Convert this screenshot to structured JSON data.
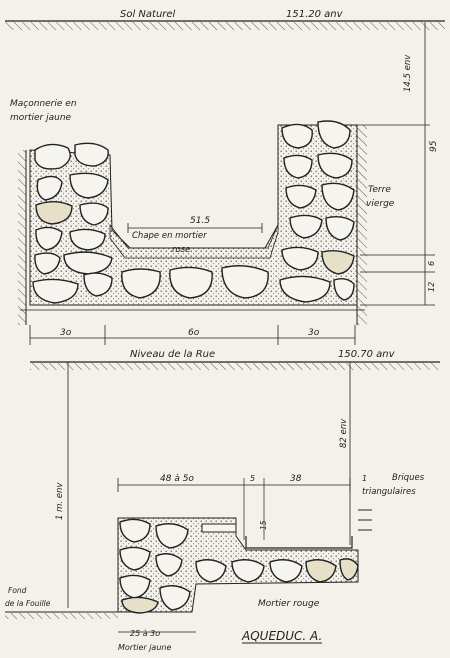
{
  "colors": {
    "ink": "#222222",
    "paper": "#f3f1ea",
    "stone_fill": "#f6f4ee",
    "yellow_stone": "#e6e0c8",
    "mortar_dots": "#555555"
  },
  "upper": {
    "ground_label": "Sol Naturel",
    "ground_elevation": "151.20 anv",
    "label_masonry_line1": "Maçonnerie en",
    "label_masonry_line2": "mortier jaune",
    "label_earth_line1": "Terre",
    "label_earth_line2": "vierge",
    "label_lining_line1": "Chape en mortier",
    "label_lining_line2": "rose",
    "dim_inner_width": "51.5",
    "dim_depth_top": "14.5 env",
    "dim_depth_total": "95",
    "dim_lining": "6",
    "dim_base": "12",
    "dim_left_wall": "3o",
    "dim_channel": "6o",
    "dim_right_wall": "3o"
  },
  "lower": {
    "street_label": "Niveau de la Rue",
    "street_elevation": "150.70 anv",
    "dim_height": "82 env",
    "dim_left_height": "1 m. env",
    "dim_width": "48 à 5o",
    "dim_small1": "5",
    "dim_channel": "38",
    "dim_small2": "1",
    "dim_step": "15",
    "label_bricks_line1": "Briques",
    "label_bricks_line2": "triangulaires",
    "label_pit_line1": "Fond",
    "label_pit_line2": "de la Fouille",
    "label_red_mortar": "Mortier rouge",
    "dim_bottom": "25 à 3o",
    "label_yellow_mortar": "Mortier jaune",
    "title": "AQUEDUC. A."
  }
}
